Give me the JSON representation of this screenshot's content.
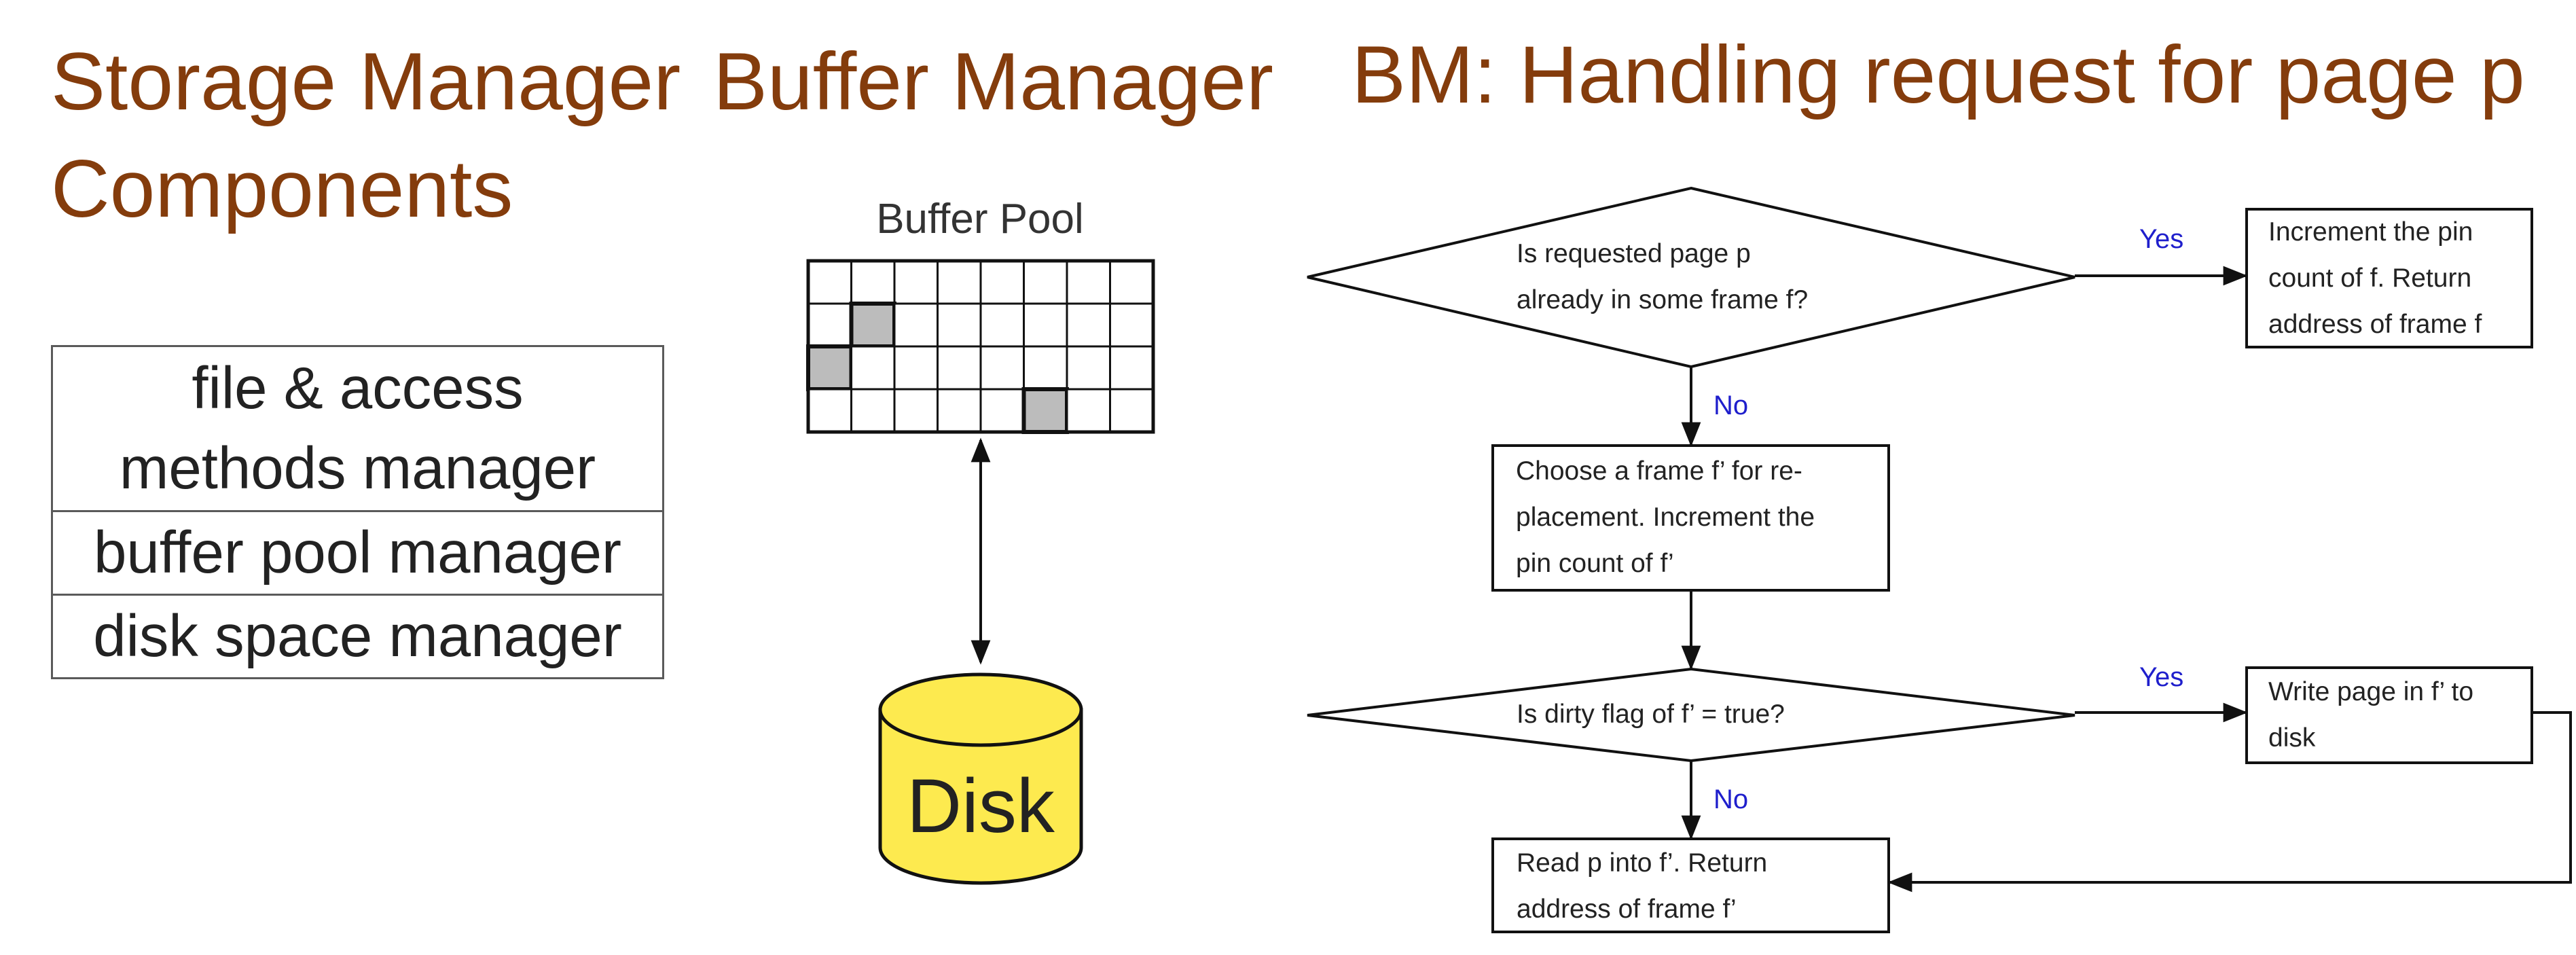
{
  "titles": {
    "storage": "Storage Manager",
    "storage_line2": "Components",
    "buffer": "Buffer Manager",
    "bm": "BM: Handling request for page p"
  },
  "components": [
    "file & access",
    "methods manager",
    "buffer pool manager",
    "disk space manager"
  ],
  "buffer_pool": {
    "label": "Buffer Pool",
    "disk_label": "Disk",
    "disk_color": "#fdea4f",
    "shaded_color": "#bcbcbc"
  },
  "flowchart": {
    "decision1": [
      "Is requested page p",
      "already in some frame f?"
    ],
    "yes1_box": [
      "Increment  the  pin",
      "count of f.  Return",
      "address of frame f"
    ],
    "replace_box": [
      "Choose  a  frame  f’  for  re-",
      "placement.   Increment  the",
      "pin count of f’"
    ],
    "decision2": "Is dirty flag of f’ = true?",
    "yes2_box": [
      "Write  page  in  f’  to",
      "disk"
    ],
    "read_box": [
      "Read p into f’. Return",
      "address of frame f’"
    ],
    "yes_label": "Yes",
    "no_label": "No"
  },
  "colors": {
    "title": "#843c0c",
    "yes_no": "#1f1fcc"
  }
}
